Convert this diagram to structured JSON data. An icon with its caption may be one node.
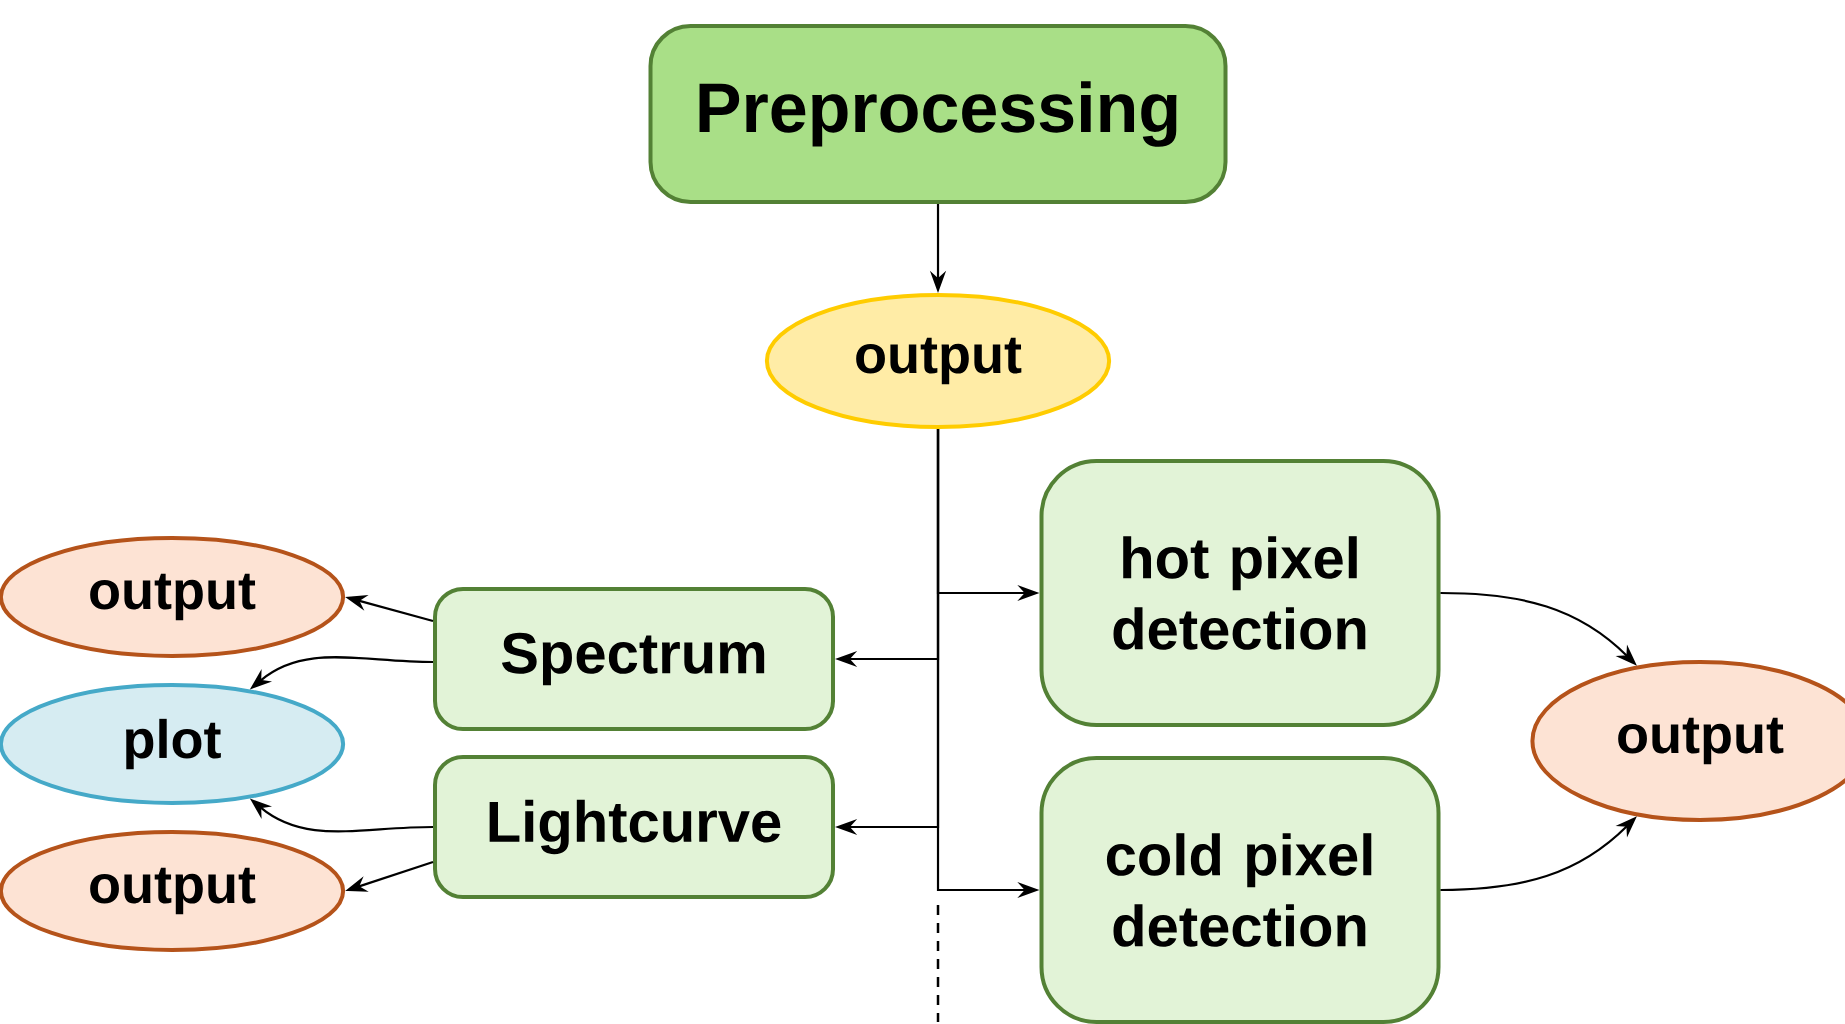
{
  "diagram": {
    "nodes": [
      {
        "text": [
          "Preprocessing"
        ]
      },
      {
        "text": [
          "output"
        ]
      },
      {
        "text": [
          "hot pixel detection"
        ]
      },
      {
        "text": [
          "Spectrum"
        ]
      },
      {
        "text": [
          "Lightcurve"
        ]
      },
      {
        "text": [
          "cold pixel detection"
        ]
      },
      {
        "text": [
          "output"
        ]
      },
      {
        "text": [
          "plot"
        ]
      },
      {
        "text": [
          "output"
        ]
      },
      {
        "text": [
          "output"
        ]
      }
    ],
    "edges": [
      {
        "from": 0,
        "to": 1,
        "arrow": "to"
      },
      {
        "from": 1,
        "to": 2,
        "arrow": "to"
      },
      {
        "from": 1,
        "to": 3,
        "arrow": "to"
      },
      {
        "from": 1,
        "to": 4,
        "arrow": "to"
      },
      {
        "from": 1,
        "to": 5,
        "arrow": "to"
      },
      {
        "from": 3,
        "to": 6,
        "arrow": "to"
      },
      {
        "from": 3,
        "to": 7,
        "arrow": "to"
      },
      {
        "from": 4,
        "to": 7,
        "arrow": "to"
      },
      {
        "from": 4,
        "to": 8,
        "arrow": "to"
      },
      {
        "from": 2,
        "to": 9,
        "arrow": "to"
      },
      {
        "from": 5,
        "to": 9,
        "arrow": "to"
      }
    ]
  }
}
